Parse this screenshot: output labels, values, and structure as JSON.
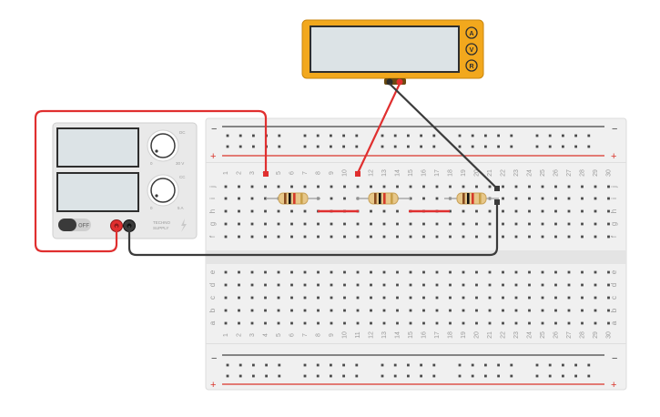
{
  "multimeter": {
    "mode_buttons": [
      "A",
      "V",
      "R"
    ],
    "body_color": "#f2a81d",
    "display_color": "#dce3e6"
  },
  "power_supply": {
    "switch_label": "OFF",
    "knob1_scale": {
      "min": "0",
      "max": "30 V",
      "tag": "DC"
    },
    "knob2_scale": {
      "min": "0",
      "max": "5 A",
      "tag": "CC"
    },
    "brand": {
      "line1": "TECHNO",
      "line2": "SUPPLY"
    }
  },
  "breadboard": {
    "rail_plus": "+",
    "rail_minus": "−",
    "top_rows": [
      "j",
      "i",
      "h",
      "g",
      "f"
    ],
    "bottom_rows": [
      "e",
      "d",
      "c",
      "b",
      "a"
    ],
    "columns": [
      "1",
      "2",
      "3",
      "4",
      "5",
      "6",
      "7",
      "8",
      "9",
      "10",
      "11",
      "12",
      "13",
      "14",
      "15",
      "16",
      "17",
      "18",
      "19",
      "20",
      "21",
      "22",
      "23",
      "24",
      "25",
      "26",
      "27",
      "28",
      "29",
      "30"
    ]
  },
  "components": {
    "resistors": [
      {
        "id": "R1",
        "bands": [
          "#8a4b1e",
          "#111111",
          "#d53a2b",
          "#c9a04a"
        ]
      },
      {
        "id": "R2",
        "bands": [
          "#8a4b1e",
          "#111111",
          "#d53a2b",
          "#c9a04a"
        ]
      },
      {
        "id": "R3",
        "bands": [
          "#8a4b1e",
          "#111111",
          "#d53a2b",
          "#c9a04a"
        ]
      }
    ]
  },
  "colors": {
    "wire_red": "#e02f2f",
    "wire_black": "#3b3b3b",
    "board": "#f0f0f0",
    "hole": "#4a4a4a",
    "rail_red": "#d9342b",
    "rail_dark": "#444444"
  }
}
